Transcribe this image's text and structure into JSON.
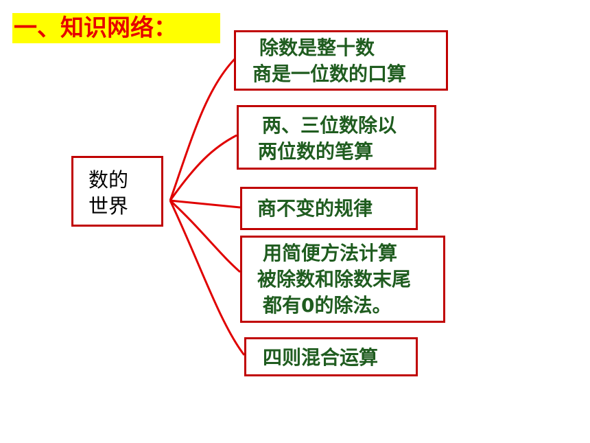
{
  "header": {
    "title": "一、知识网络："
  },
  "root": {
    "line1": "数的",
    "line2": "世界"
  },
  "branches": [
    {
      "lines": [
        "除数是整十数",
        "商是一位数的口算"
      ]
    },
    {
      "lines": [
        "两、三位数除以",
        "两位数的笔算"
      ]
    },
    {
      "lines": [
        "商不变的规律"
      ]
    },
    {
      "lines": [
        "用简便方法计算",
        "被除数和除数末尾",
        "都有0的除法。"
      ]
    },
    {
      "lines": [
        "四则混合运算"
      ]
    }
  ],
  "colors": {
    "connector": "#e00000",
    "box_border": "#c00000",
    "branch_text": "#1f5c1f",
    "title_bg": "#ffff00",
    "title_text": "#e60000"
  }
}
